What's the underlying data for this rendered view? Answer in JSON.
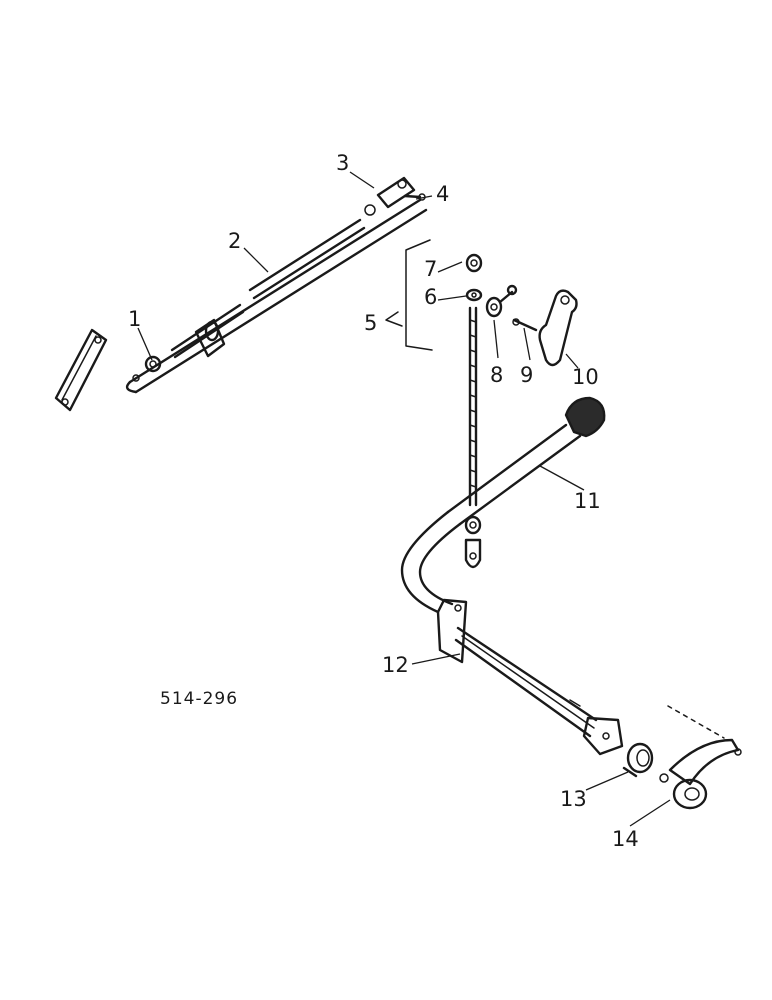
{
  "figure_code": "514-296",
  "callouts": [
    {
      "id": "1",
      "label": "1"
    },
    {
      "id": "2",
      "label": "2"
    },
    {
      "id": "3",
      "label": "3"
    },
    {
      "id": "4",
      "label": "4"
    },
    {
      "id": "5",
      "label": "5"
    },
    {
      "id": "6",
      "label": "6"
    },
    {
      "id": "7",
      "label": "7"
    },
    {
      "id": "8",
      "label": "8"
    },
    {
      "id": "9",
      "label": "9"
    },
    {
      "id": "10",
      "label": "10"
    },
    {
      "id": "11",
      "label": "11"
    },
    {
      "id": "12",
      "label": "12"
    },
    {
      "id": "13",
      "label": "13"
    },
    {
      "id": "14",
      "label": "14"
    }
  ]
}
